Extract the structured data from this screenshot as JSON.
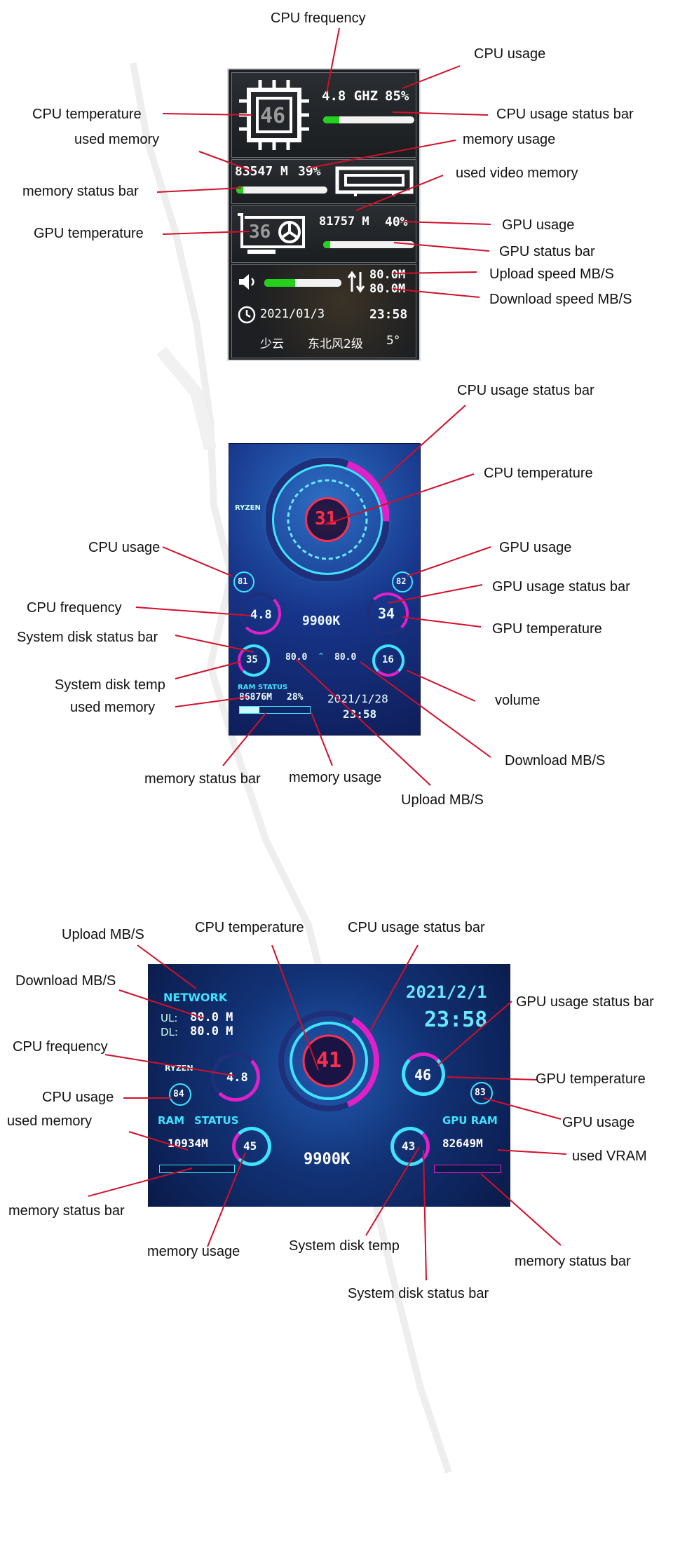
{
  "labels": {
    "p1": {
      "cpu_frequency": "CPU frequency",
      "cpu_usage": "CPU usage",
      "cpu_temperature": "CPU temperature",
      "cpu_usage_status_bar": "CPU usage status bar",
      "used_memory": "used memory",
      "memory_usage": "memory usage",
      "memory_status_bar": "memory status bar",
      "used_video_memory": "used video memory",
      "gpu_temperature": "GPU temperature",
      "gpu_usage": "GPU usage",
      "gpu_status_bar": "GPU status bar",
      "upload_speed": "Upload speed MB/S",
      "download_speed": "Download speed MB/S"
    },
    "p2": {
      "cpu_usage_status_bar": "CPU usage status bar",
      "cpu_temperature": "CPU temperature",
      "cpu_usage": "CPU usage",
      "gpu_usage": "GPU usage",
      "cpu_frequency": "CPU frequency",
      "gpu_usage_status_bar": "GPU usage status bar",
      "system_disk_status_bar": "System disk status bar",
      "gpu_temperature": "GPU temperature",
      "system_disk_temp": "System disk temp",
      "used_memory": "used memory",
      "volume": "volume",
      "download": "Download MB/S",
      "memory_status_bar": "memory status bar",
      "memory_usage": "memory usage",
      "upload": "Upload MB/S"
    },
    "p3": {
      "upload": "Upload MB/S",
      "cpu_temperature": "CPU temperature",
      "cpu_usage_status_bar": "CPU usage status bar",
      "download": "Download MB/S",
      "gpu_usage_status_bar": "GPU usage status bar",
      "cpu_frequency": "CPU frequency",
      "gpu_temperature": "GPU temperature",
      "cpu_usage": "CPU usage",
      "gpu_usage": "GPU usage",
      "used_memory": "used memory",
      "used_vram": "used VRAM",
      "memory_status_bar": "memory status bar",
      "memory_usage": "memory usage",
      "system_disk_temp": "System disk temp",
      "memory_status_bar_right": "memory status bar",
      "system_disk_status_bar": "System disk status bar"
    }
  },
  "panel1": {
    "cpu_temp": "46",
    "cpu_freq": "4.8 GHZ",
    "cpu_usage": "85%",
    "cpu_usage_level": 0.18,
    "mem_used": "83547 M",
    "mem_usage": "39%",
    "mem_usage_level": 0.08,
    "gpu_temp": "36",
    "vram_used": "81757 M",
    "gpu_usage": "40%",
    "gpu_usage_level": 0.08,
    "upload": "80.0M",
    "download": "80.0M",
    "date": "2021/01/3",
    "time": "23:58",
    "weather": "少云",
    "wind": "东北风2级",
    "temperature": "5°",
    "volume_level": 0.4
  },
  "panel2": {
    "brand": "RYZEN",
    "cpu_temp": "31",
    "cpu_usage": "81",
    "cpu_freq": "4.8",
    "cpu_model": "9900K",
    "gpu_usage": "82",
    "gpu_temp": "34",
    "disk_temp": "35",
    "volume": "16",
    "upload": "80.0",
    "download": "80.0",
    "ram_title": "RAM STATUS",
    "mem_used": "86876M",
    "mem_usage": "28%",
    "mem_usage_level": 0.28,
    "date": "2021/1/28",
    "time": "23:58"
  },
  "panel3": {
    "network_title": "NETWORK",
    "ul_label": "UL:",
    "ul_value": "80.0 M",
    "dl_label": "DL:",
    "dl_value": "80.0 M",
    "brand": "RYZEN",
    "cpu_freq": "4.8",
    "cpu_usage": "84",
    "cpu_temp": "41",
    "date": "2021/2/1",
    "time": "23:58",
    "gpu_temp": "46",
    "gpu_usage": "83",
    "ram_title": "RAM",
    "ram_status": "STATUS",
    "mem_used": "10934M",
    "mem_usage": "45",
    "cpu_model": "9900K",
    "disk_temp": "43",
    "gpu_ram_title": "GPU RAM",
    "vram_used": "82649M"
  },
  "colors": {
    "accent_green": "#24d11d",
    "accent_magenta": "#e020c8",
    "accent_cyan": "#3fe3ff",
    "accent_red": "#ff2e4f",
    "leader_red": "#d0102a"
  }
}
